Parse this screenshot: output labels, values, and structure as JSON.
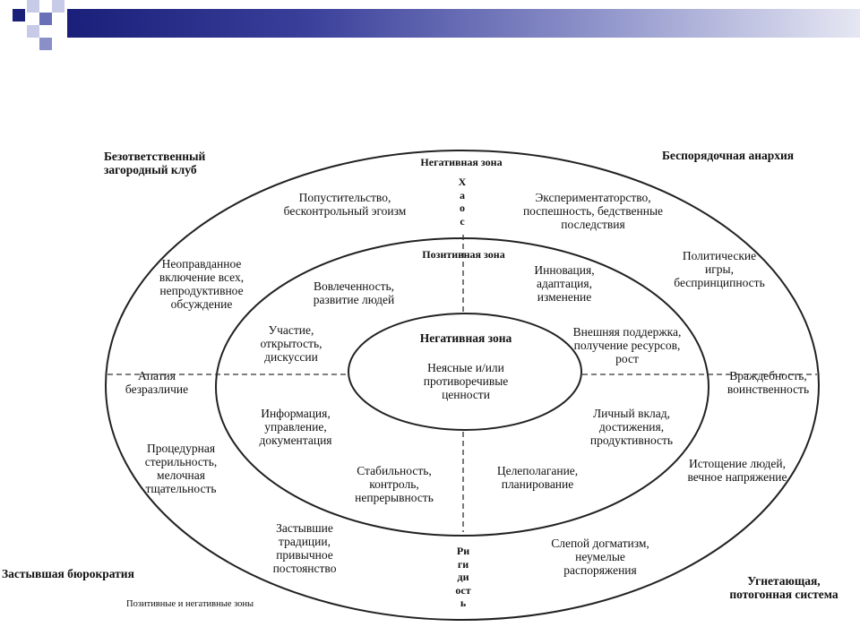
{
  "outer_corners": {
    "top_left": "Безответственный\nзагородный клуб",
    "top_right": "Беспорядочная анархия",
    "bottom_left": "Застывшая бюрократия",
    "bottom_right": "Угнетающая,\nпотогонная система"
  },
  "outer_ring": {
    "zone_label": "Негативная зона",
    "top_vertical": "Х\nа\nо\nс",
    "bottom_vertical": "Ри\nги\nди\nост\nь",
    "top_left": "Попустительство,\nбесконтрольный эгоизм",
    "top_right": "Экспериментаторство,\nпоспешность, бедственные\nпоследствия",
    "upper_left": "Неоправданное\nвключение всех,\nнепродуктивное\nобсуждение",
    "upper_right": "Политические\nигры,\nбеспринципность",
    "left": "Апатия\nбезразличие",
    "right": "Враждебность,\nвоинственность",
    "lower_left": "Процедурная\nстерильность,\nмелочная\nтщательность",
    "lower_right": "Истощение людей,\nвечное напряжение",
    "bottom_left": "Застывшие\nтрадиции,\nпривычное\nпостоянство",
    "bottom_right": "Слепой догматизм,\nнеумелые\nраспоряжения"
  },
  "middle_ring": {
    "zone_label": "Позитивная зона",
    "top_left": "Вовлеченность,\nразвитие людей",
    "top_right": "Инновация,\nадаптация,\nизменение",
    "upper_left": "Участие,\nоткрытость,\nдискуссии",
    "upper_right": "Внешняя поддержка,\nполучение ресурсов,\nрост",
    "lower_left": "Информация,\nуправление,\nдокументация",
    "lower_right": "Личный вклад,\nдостижения,\nпродуктивность",
    "bottom_left": "Стабильность,\nконтроль,\nнепрерывность",
    "bottom_right": "Целеполагание,\nпланирование"
  },
  "center": {
    "zone_label": "Негативная зона",
    "text": "Неясные и/или\nпротиворечивые\nценности"
  },
  "caption": "Позитивные и негативные зоны"
}
